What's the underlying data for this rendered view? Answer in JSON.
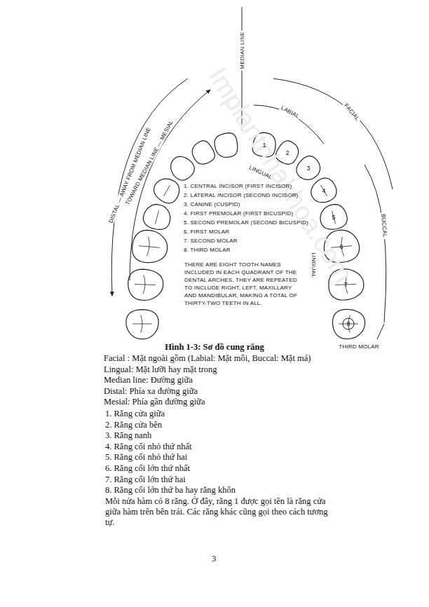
{
  "diagram": {
    "caption": "Hình 1-3: Sơ đồ cung răng",
    "labels": [
      "MEDIAN LINE",
      "LABIAL",
      "LINGUAL",
      "FACIAL",
      "BUCCAL",
      "LINGUAL",
      "DISTAL — AWAY FROM MEDIAN LINE",
      "TOWARD MEDIAN LINE — MESIAL",
      "1",
      "2",
      "3",
      "4",
      "5",
      "6",
      "7",
      "8",
      "1. CENTRAL INCISOR (FIRST INCISOR)",
      "2. LATERAL INCISOR (SECOND INCISOR)",
      "3. CANINE (CUSPID)",
      "4. FIRST PREMOLAR (FIRST BICUSPID)",
      "5. SECOND PREMOLAR (SECOND BICUSPID)",
      "6. FIRST MOLAR",
      "7. SECOND MOLAR",
      "8. THIRD MOLAR",
      "THERE ARE EIGHT TOOTH NAMES INCLUDED IN EACH QUADRANT OF THE DENTAL ARCHES. THEY ARE REPEATED TO INCLUDE RIGHT, LEFT, MAXILLARY AND MANDIBULAR, MAKING A TOTAL OF THIRTY-TWO TEETH IN ALL.",
      "THIRD MOLAR",
      "Facial : Mặt ngoài gồm (Labial: Mặt môi, Buccal: Mặt má)",
      "Lingual: Mặt lưỡi hay mặt trong",
      "Median line: Đường giữa",
      "Distal: Phía xa đường giữa",
      "Mesial: Phía gần đường giữa",
      "1. Răng cửa giữa",
      "2. Răng cửa bên",
      "3. Răng nanh",
      "4. Răng cối nhỏ thứ nhất",
      "5. Răng cối nhỏ thứ hai",
      "6. Răng cối lớn thứ nhất",
      "7. Răng cối lớn thứ hai",
      "8. Răng cối lớn thứ ba hay răng khôn",
      "Mỗi nửa hàm có 8 răng. Ở đây, răng 1 được gọi tên là răng cửa giữa hàm trên bên trái. Các răng khác cũng gọi theo cách tương tự.",
      "3",
      "Implantnhakhoa.com"
    ]
  }
}
